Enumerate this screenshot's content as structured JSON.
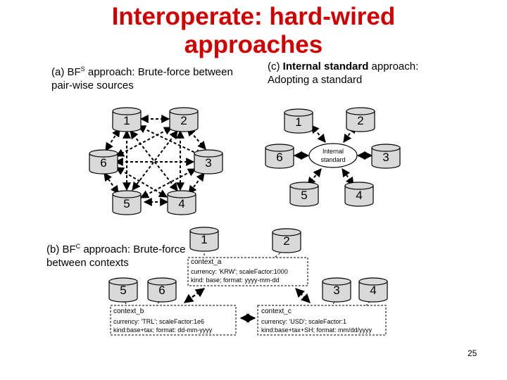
{
  "title_line1": "Interoperate: hard-wired",
  "title_line2": "approaches",
  "panel_a": {
    "caption_prefix": "(a) BF",
    "caption_sup": "S",
    "caption_rest": " approach: Brute-force between pair-wise sources"
  },
  "panel_c": {
    "caption_prefix": "(c) ",
    "caption_bold": "Internal standard",
    "caption_rest": " approach: Adopting a standard",
    "hub_line1": "Internal",
    "hub_line2": "standard"
  },
  "panel_b": {
    "caption_prefix": "(b) BF",
    "caption_sup": "C",
    "caption_rest": " approach: Brute-force between contexts"
  },
  "nodes": {
    "n1": "1",
    "n2": "2",
    "n3": "3",
    "n4": "4",
    "n5": "5",
    "n6": "6"
  },
  "contexts": {
    "a": {
      "name": "context_a",
      "line1": "currency: 'KRW'; scaleFactor:1000",
      "line2": "kind: base;    format: yyyy-mm-dd"
    },
    "b": {
      "name": "context_b",
      "line1": "currency: 'TRL'; scaleFactor:1e6",
      "line2": "kind:base+tax;   format: dd-mm-yyyy"
    },
    "c": {
      "name": "context_c",
      "line1": "currency: 'USD';     scaleFactor:1",
      "line2": "kind:base+tax+SH; format: mm/dd/yyyy"
    }
  },
  "page_number": "25",
  "colors": {
    "title": "#d40000",
    "cylinder_fill": "#d9d9d9"
  }
}
